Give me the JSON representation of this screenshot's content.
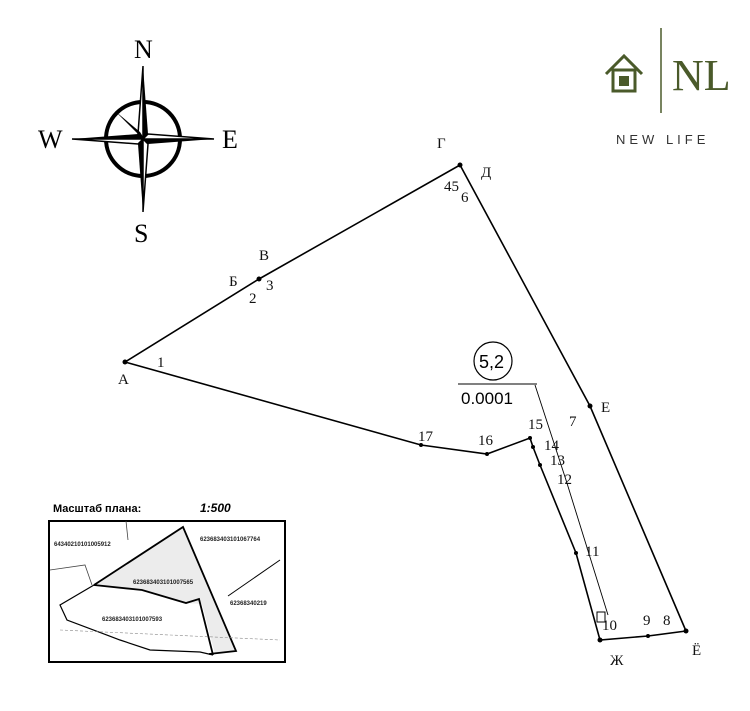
{
  "compass": {
    "north": "N",
    "south": "S",
    "east": "E",
    "west": "W"
  },
  "logo": {
    "monogram": "NL",
    "name": "NEW LIFE",
    "color": "#4a5a2a"
  },
  "plot": {
    "corner_labels": {
      "a": "А",
      "b": "Б",
      "v": "В",
      "g": "Г",
      "d": "Д",
      "e": "Е",
      "zh": "Ж",
      "yo": "Ё"
    },
    "point_labels": {
      "p1": "1",
      "p2": "2",
      "p3": "3",
      "p45": "45",
      "p6": "6",
      "p7": "7",
      "p8": "8",
      "p9": "9",
      "p10": "10",
      "p11": "11",
      "p12": "12",
      "p13": "13",
      "p14": "14",
      "p15": "15",
      "p16": "16",
      "p17": "17"
    },
    "parcel_number": "5,2",
    "parcel_area": "0.0001"
  },
  "inset": {
    "scale_label": "Масштаб плана:",
    "scale_value": "1:500",
    "parcels": [
      "64340210101005912",
      "623683403101067764",
      "623683403101007565",
      "62368340219",
      "623683403101007593"
    ]
  }
}
